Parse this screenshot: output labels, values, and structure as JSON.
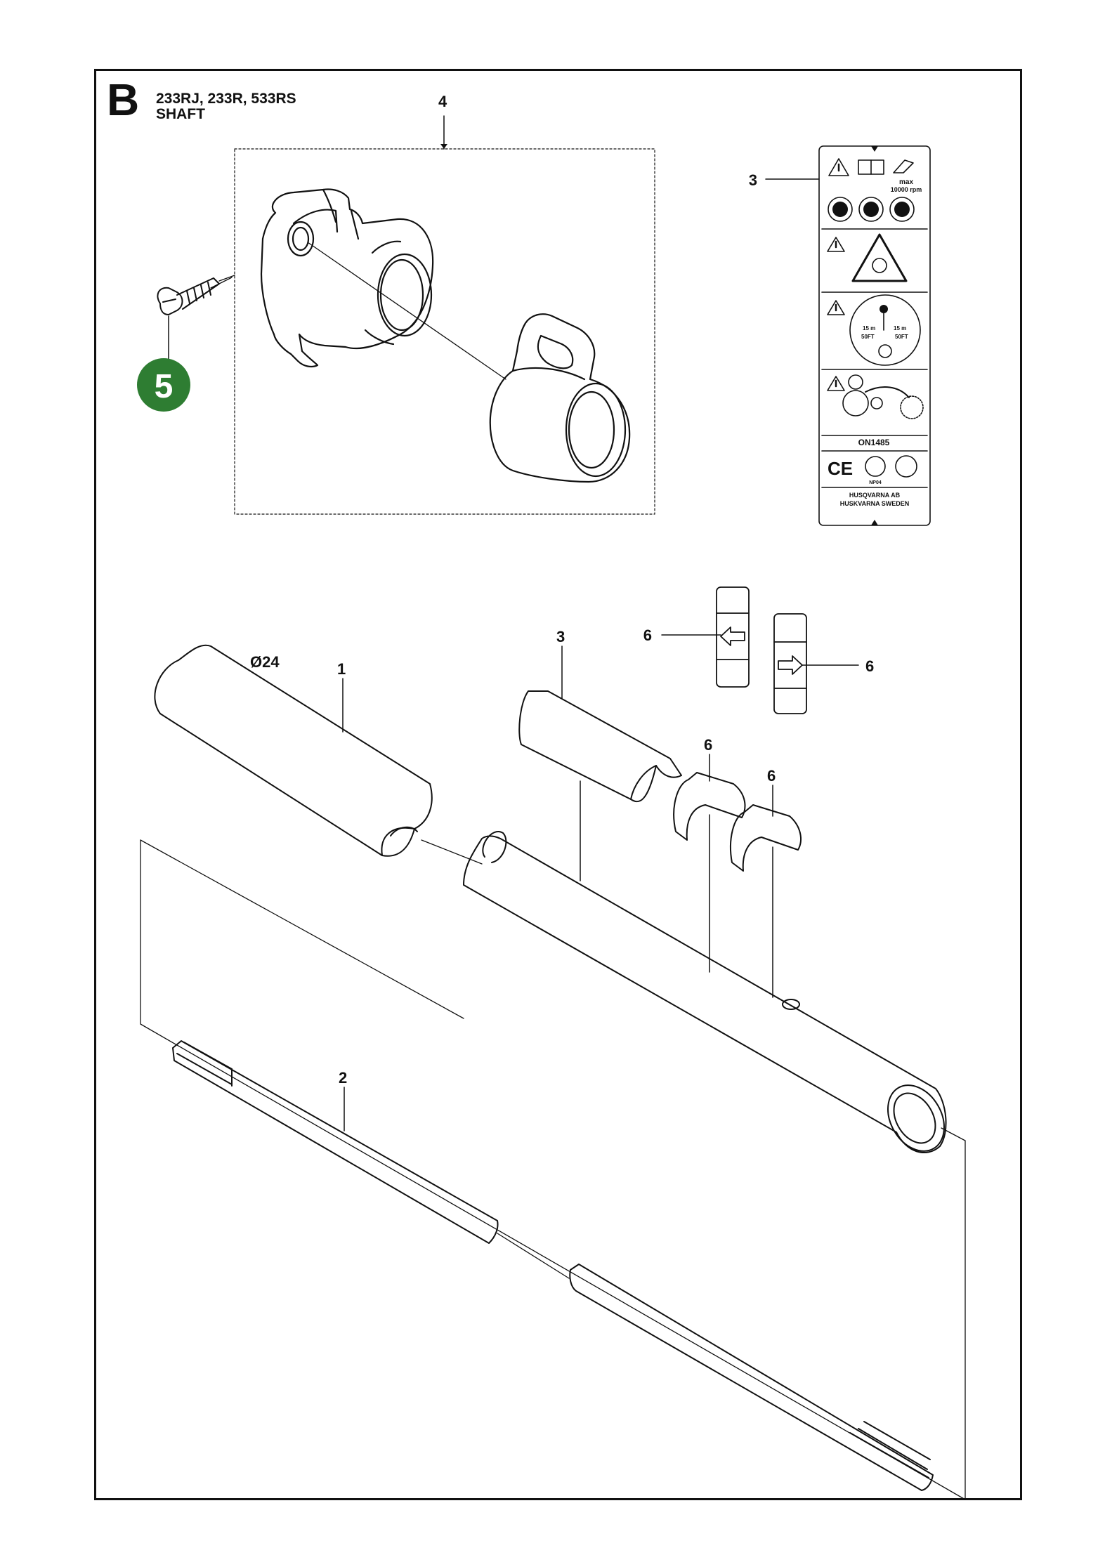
{
  "header": {
    "section_letter": "B",
    "models": "233RJ, 233R, 533RS",
    "title": "SHAFT"
  },
  "callouts": {
    "c1": "1",
    "c2": "2",
    "c3_sticker": "3",
    "c3_tube": "3",
    "c4": "4",
    "c5": "5",
    "c6_arrow_left": "6",
    "c6_arrow_right": "6",
    "c6_clip_a": "6",
    "c6_clip_b": "6"
  },
  "dimension": {
    "diameter": "Ø24"
  },
  "label_sticker": {
    "max_text": "max",
    "rpm_text": "10000 rpm",
    "dist_left": "15 m",
    "dist_left_ft": "50FT",
    "dist_right": "15 m",
    "dist_right_ft": "50FT",
    "approval": "ON1485",
    "cert_code": "NP04",
    "maker": "HUSQVARNA AB",
    "location": "HUSKVARNA  SWEDEN"
  },
  "colors": {
    "line": "#111111",
    "badge_green": "#2e7d32",
    "badge_text": "#ffffff"
  }
}
